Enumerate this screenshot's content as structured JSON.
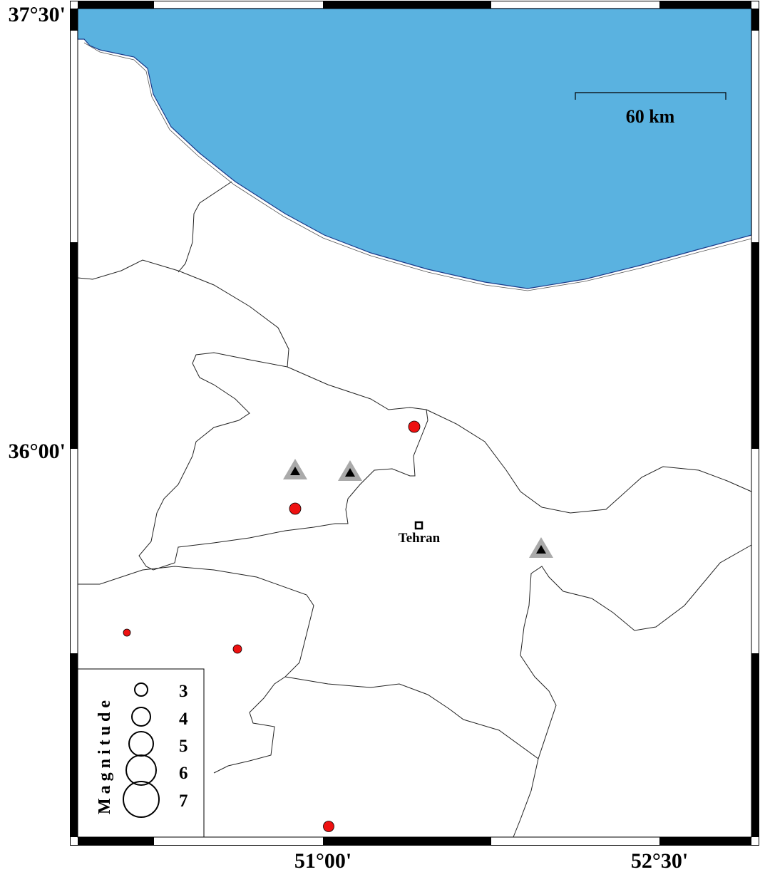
{
  "map": {
    "axis_labels": {
      "lat_top": "37°30'",
      "lat_mid": "36°00'",
      "lon_left": "51°00'",
      "lon_right": "52°30'"
    },
    "scale_bar": {
      "label": "60 km"
    },
    "city": {
      "name": "Tehran"
    },
    "colors": {
      "sea": "#5ab2e0",
      "event": "#ee1111",
      "station": "#000000",
      "station_halo": "#aaaaaa"
    },
    "legend": {
      "title": "Magnitude",
      "entries": [
        {
          "label": "3",
          "magnitude": 3
        },
        {
          "label": "4",
          "magnitude": 4
        },
        {
          "label": "5",
          "magnitude": 5
        },
        {
          "label": "6",
          "magnitude": 6
        },
        {
          "label": "7",
          "magnitude": 7
        }
      ]
    },
    "station_count": 3,
    "event_count": 5
  }
}
